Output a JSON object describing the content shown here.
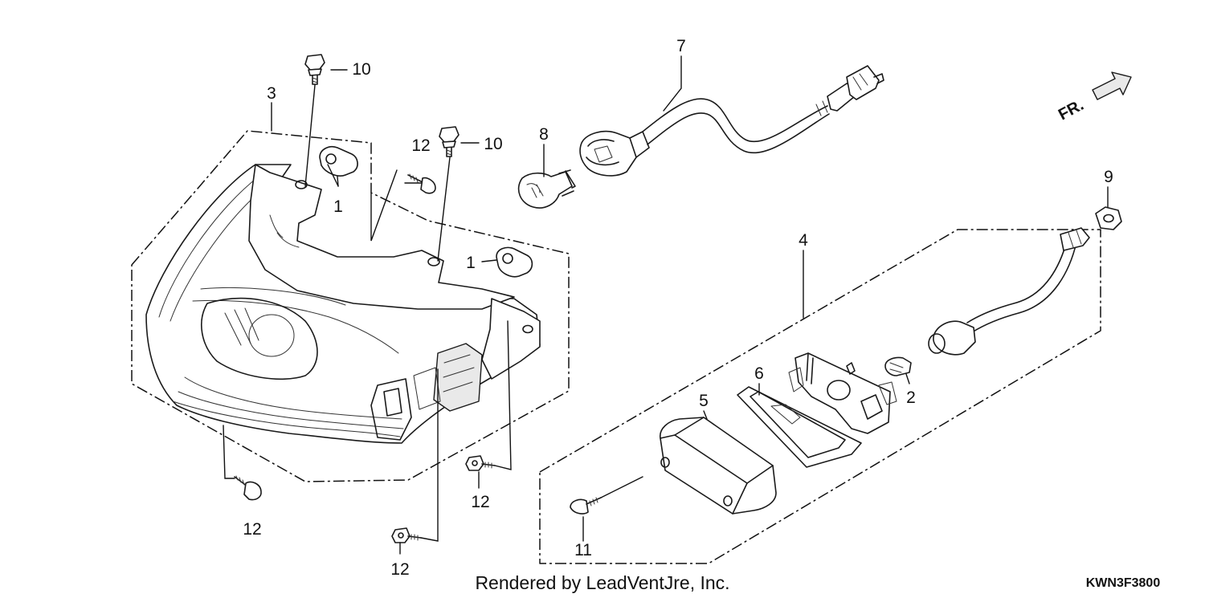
{
  "diagram": {
    "callouts": {
      "c1a": "1",
      "c1b": "1",
      "c2": "2",
      "c3": "3",
      "c4": "4",
      "c5": "5",
      "c6": "6",
      "c7": "7",
      "c8": "8",
      "c9": "9",
      "c10a": "10",
      "c10b": "10",
      "c11": "11",
      "c12a": "12",
      "c12b": "12",
      "c12c": "12",
      "c12d": "12"
    },
    "direction_label": "FR.",
    "credit": "Rendered by LeadVentJre, Inc.",
    "diagram_code": "KWN3F3800"
  }
}
